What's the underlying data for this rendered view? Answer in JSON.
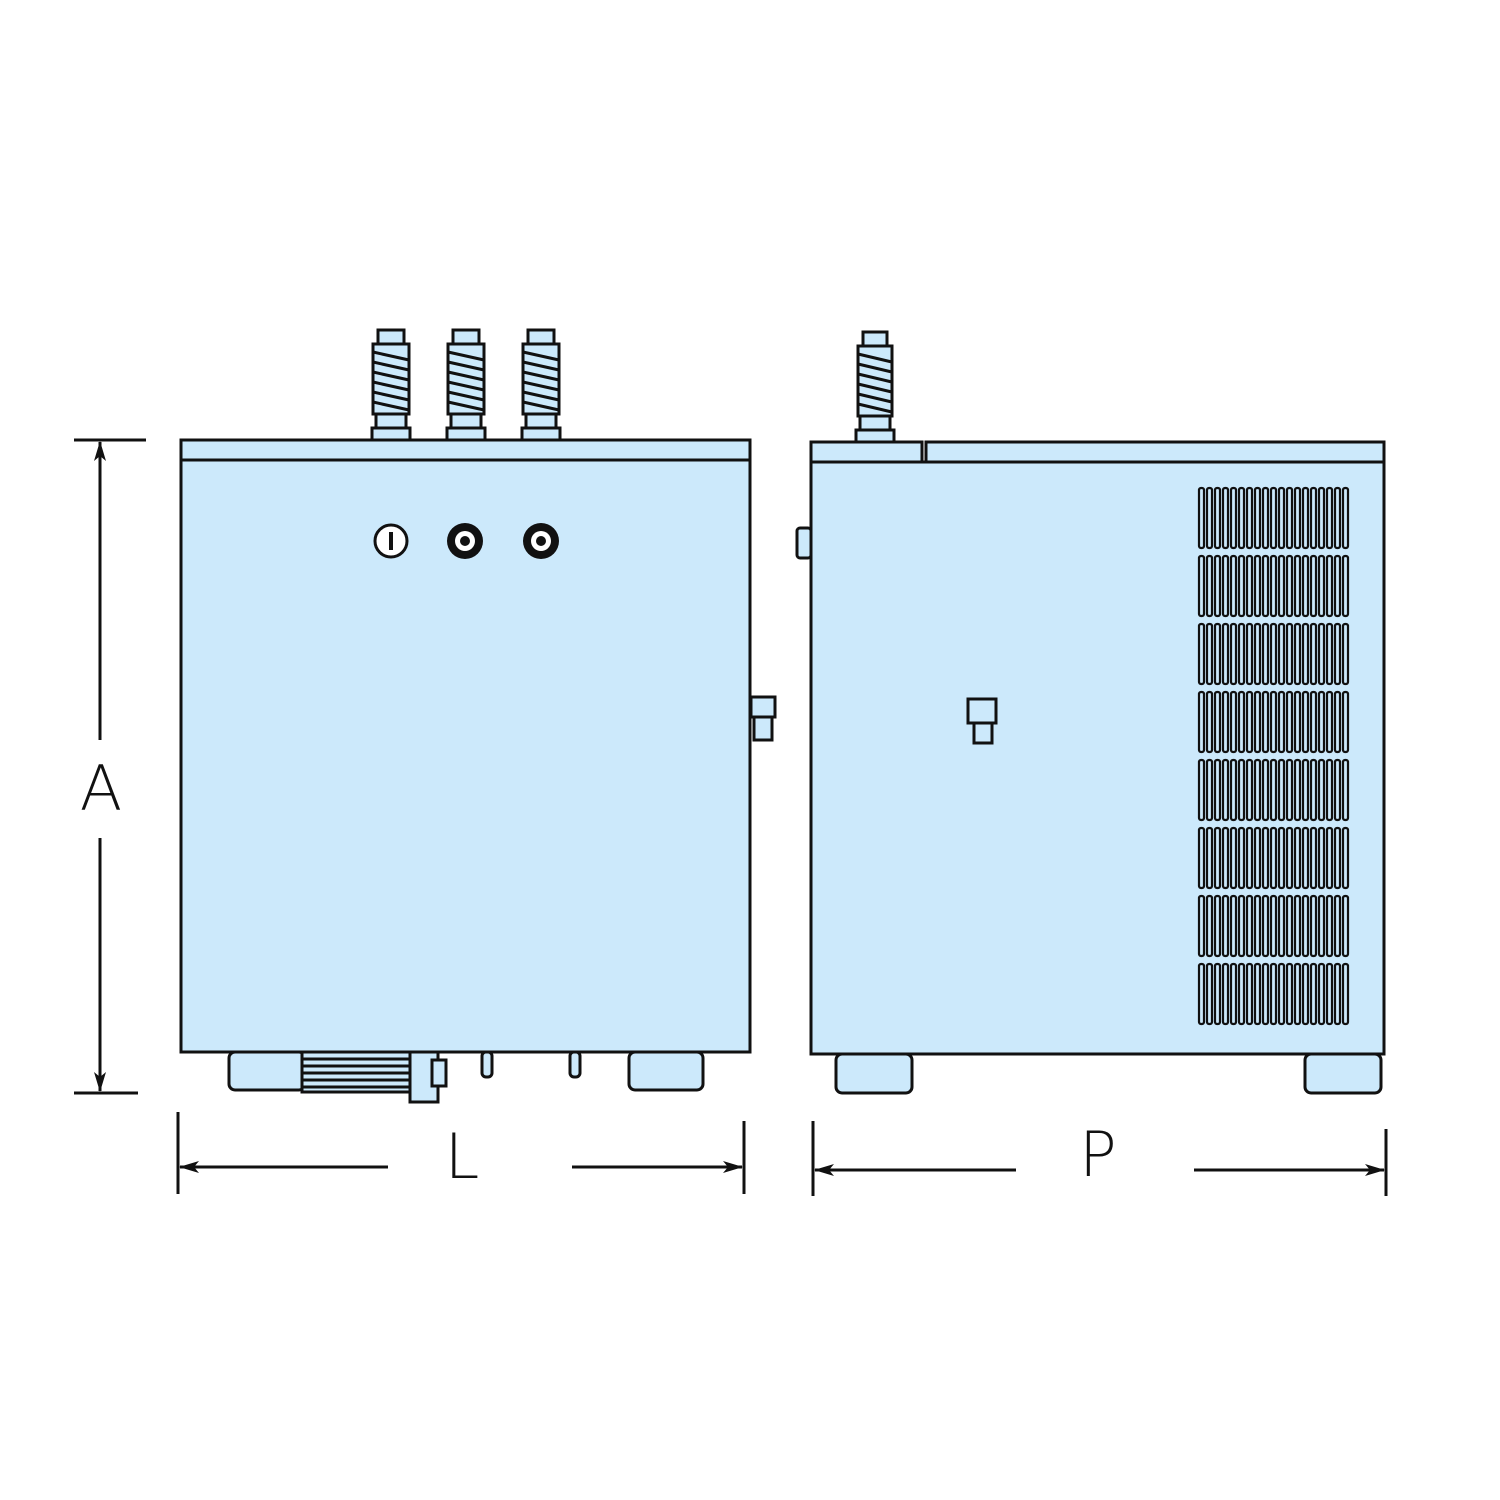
{
  "dimensions": {
    "height_label": "A",
    "width_label": "L",
    "depth_label": "P"
  },
  "colors": {
    "body_fill": "#cce9fb",
    "line": "#111111",
    "background": "#ffffff"
  },
  "views": {
    "front": {
      "fittings_count": 3,
      "panel_controls": [
        "switch-icon",
        "connector-icon",
        "connector-icon"
      ]
    },
    "side": {
      "fittings_count": 1,
      "vent_grille": "louvered-vent-icon"
    }
  }
}
